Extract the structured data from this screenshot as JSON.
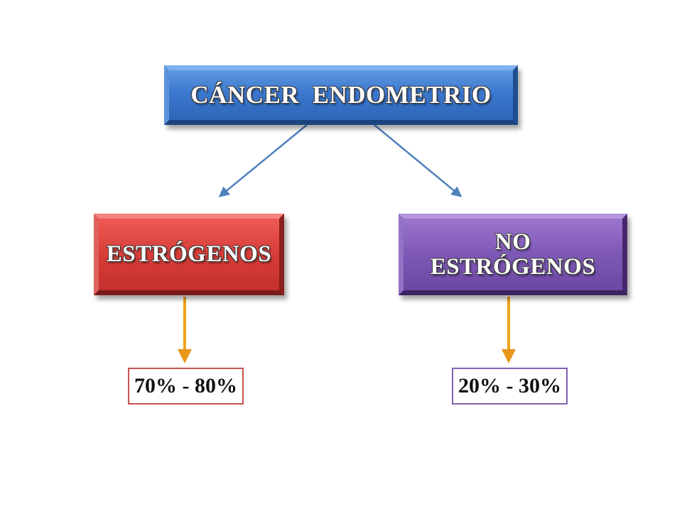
{
  "diagram": {
    "root": {
      "label": "CÁNCER  ENDOMETRIO",
      "color": "#3b78cf"
    },
    "left": {
      "label": "ESTRÓGENOS",
      "color": "#d83d38"
    },
    "right": {
      "label_line1": "NO",
      "label_line2": "ESTRÓGENOS",
      "color": "#7e58b5"
    },
    "left_value": {
      "label": "70% - 80%"
    },
    "right_value": {
      "label": "20% - 30%"
    },
    "connector_colors": {
      "blue": "#4f81bd",
      "orange": "#f0a21a"
    }
  }
}
